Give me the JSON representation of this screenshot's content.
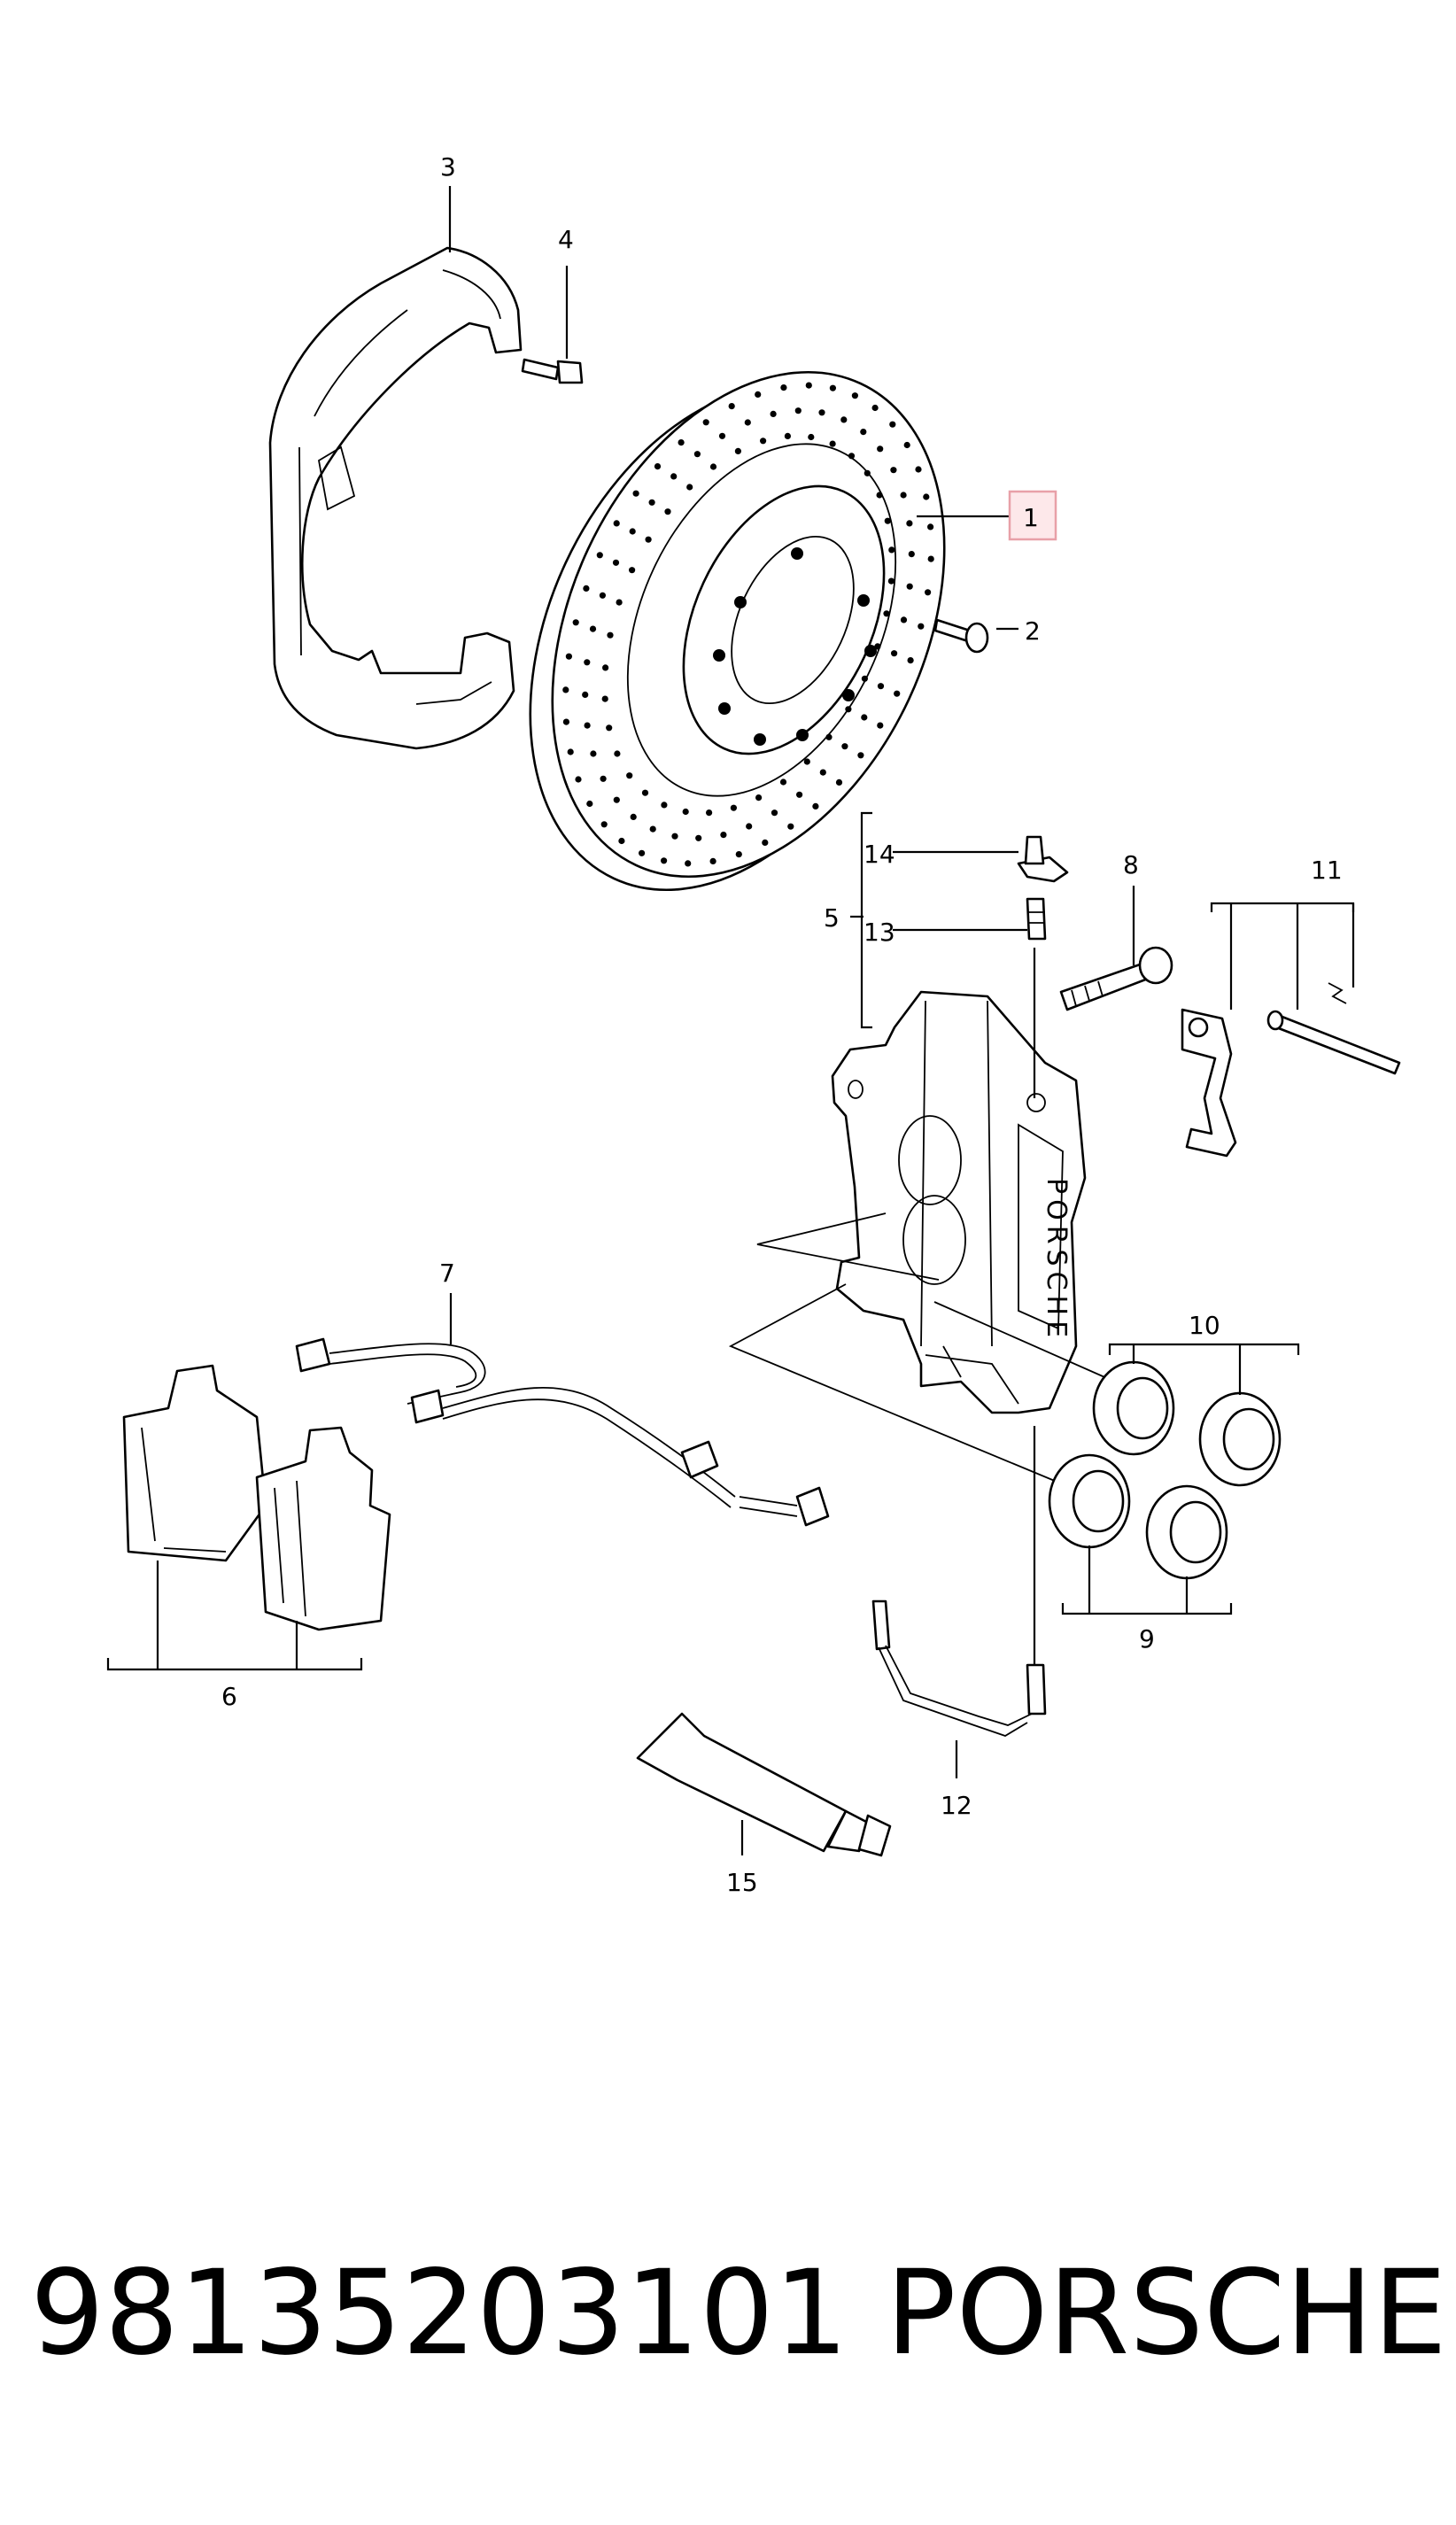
{
  "diagram": {
    "callouts": [
      "1",
      "2",
      "3",
      "4",
      "5",
      "6",
      "7",
      "8",
      "9",
      "10",
      "11",
      "12",
      "13",
      "14",
      "15"
    ],
    "highlighted_callout": "1",
    "caliper_text": "PORSCHE",
    "highlight_color": "#e8a0a8",
    "highlight_fill": "#fde8ea"
  },
  "footer": {
    "part_number": "98135203101",
    "brand": "PORSCHE"
  }
}
